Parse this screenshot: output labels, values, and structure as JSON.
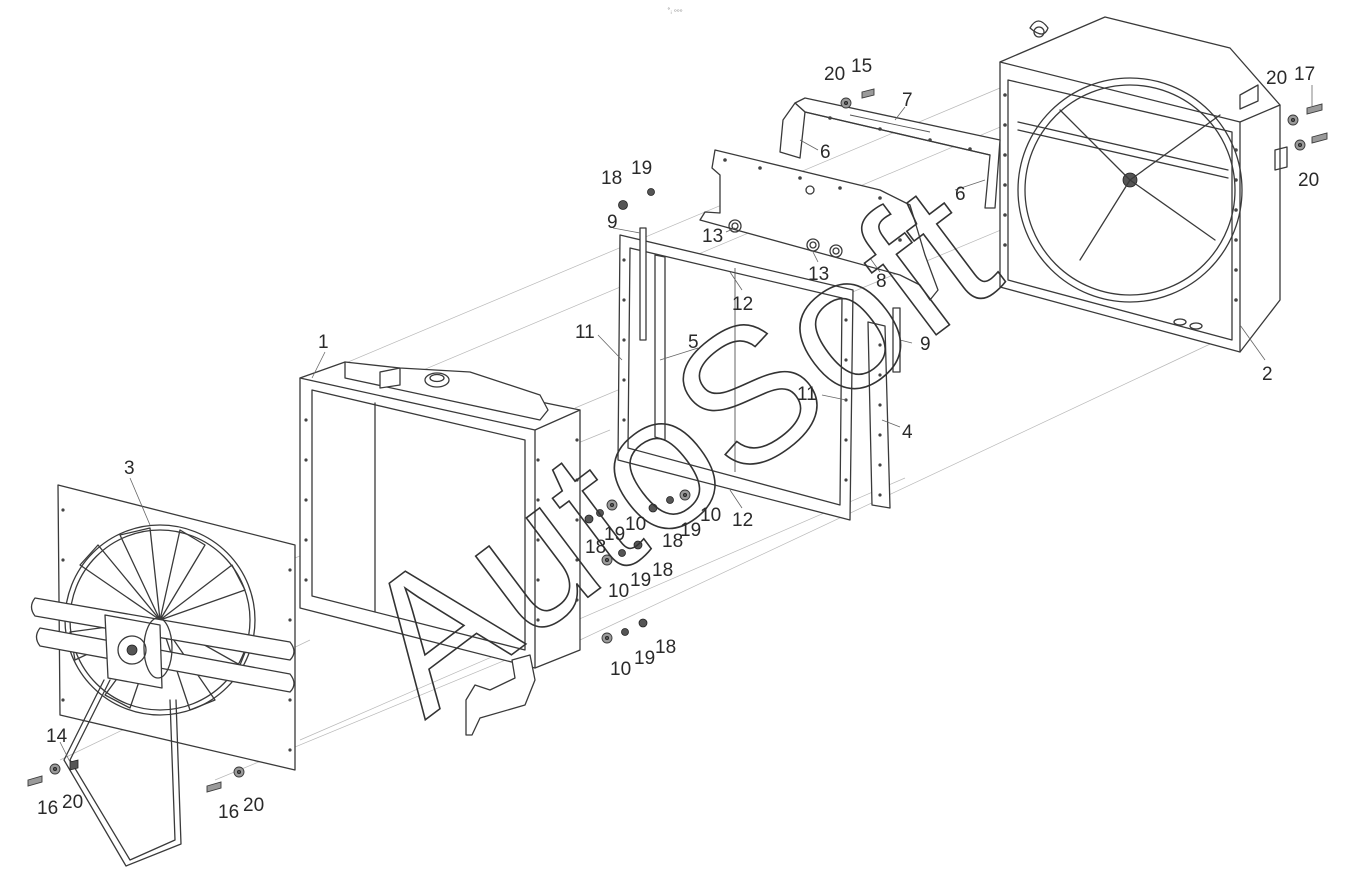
{
  "watermark": "AutoSoft",
  "top_mark": "˚ᵢ ᵒᵒᵒ",
  "callouts": [
    {
      "id": "c1",
      "text": "1"
    },
    {
      "id": "c2",
      "text": "2"
    },
    {
      "id": "c3",
      "text": "3"
    },
    {
      "id": "c4",
      "text": "4"
    },
    {
      "id": "c5",
      "text": "5"
    },
    {
      "id": "c6a",
      "text": "6"
    },
    {
      "id": "c6b",
      "text": "6"
    },
    {
      "id": "c7",
      "text": "7"
    },
    {
      "id": "c8",
      "text": "8"
    },
    {
      "id": "c9a",
      "text": "9"
    },
    {
      "id": "c9b",
      "text": "9"
    },
    {
      "id": "c10a",
      "text": "10"
    },
    {
      "id": "c10b",
      "text": "10"
    },
    {
      "id": "c10c",
      "text": "10"
    },
    {
      "id": "c10d",
      "text": "10"
    },
    {
      "id": "c11a",
      "text": "11"
    },
    {
      "id": "c11b",
      "text": "11"
    },
    {
      "id": "c12a",
      "text": "12"
    },
    {
      "id": "c12b",
      "text": "12"
    },
    {
      "id": "c13a",
      "text": "13"
    },
    {
      "id": "c13b",
      "text": "13"
    },
    {
      "id": "c14",
      "text": "14"
    },
    {
      "id": "c15",
      "text": "15"
    },
    {
      "id": "c16a",
      "text": "16"
    },
    {
      "id": "c16b",
      "text": "16"
    },
    {
      "id": "c17",
      "text": "17"
    },
    {
      "id": "c18a",
      "text": "18"
    },
    {
      "id": "c18b",
      "text": "18"
    },
    {
      "id": "c18c",
      "text": "18"
    },
    {
      "id": "c18d",
      "text": "18"
    },
    {
      "id": "c18e",
      "text": "18"
    },
    {
      "id": "c19a",
      "text": "19"
    },
    {
      "id": "c19b",
      "text": "19"
    },
    {
      "id": "c19c",
      "text": "19"
    },
    {
      "id": "c19d",
      "text": "19"
    },
    {
      "id": "c19e",
      "text": "19"
    },
    {
      "id": "c20a",
      "text": "20"
    },
    {
      "id": "c20b",
      "text": "20"
    },
    {
      "id": "c20c",
      "text": "20"
    },
    {
      "id": "c20d",
      "text": "20"
    },
    {
      "id": "c20e",
      "text": "20"
    }
  ]
}
